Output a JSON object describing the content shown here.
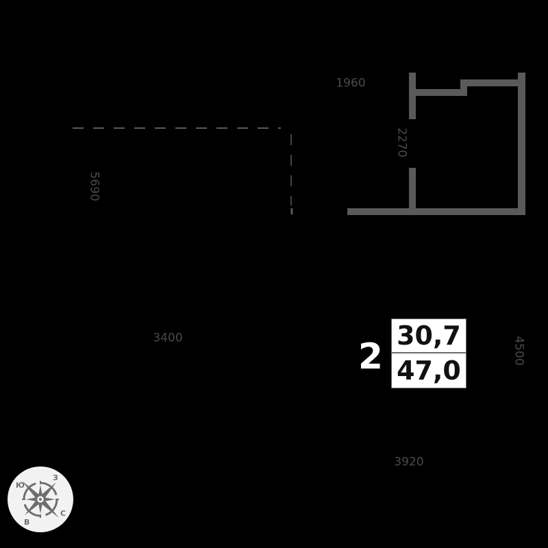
{
  "plan": {
    "background": "#000000",
    "wall_color": "#5a5a5a",
    "dimension_color": "#4a4a4a",
    "dimensions": {
      "top_width": "1960",
      "door_wall_height": "2270",
      "left_height": "5690",
      "room_width_left": "3400",
      "right_height": "4500",
      "bottom_width": "3920"
    },
    "apartment": {
      "rooms_count": "2",
      "living_area": "30,7",
      "total_area": "47,0"
    },
    "compass": {
      "icon": "compass-rose-icon",
      "labels": {
        "south": "Ю",
        "west": "З",
        "north": "С",
        "east": "В"
      }
    }
  }
}
